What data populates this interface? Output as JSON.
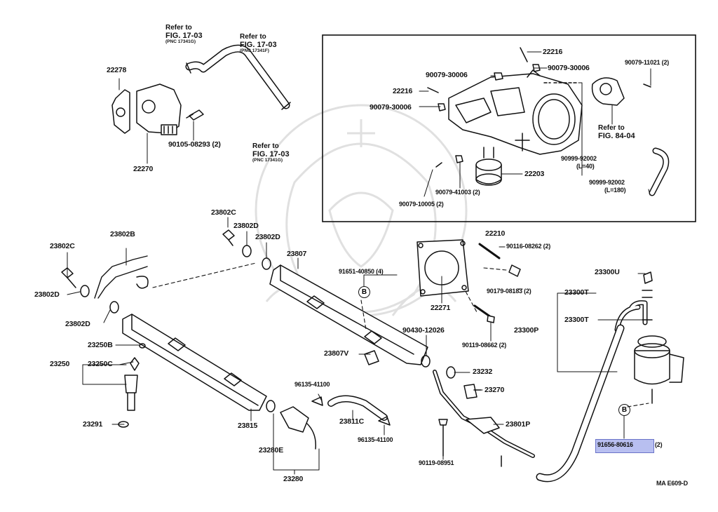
{
  "diagram": {
    "code": "MA E609-D",
    "highlighted_part": "91656-80616",
    "marker": "B",
    "refs": {
      "r1": {
        "a": "Refer to",
        "b": "FIG. 17-03",
        "c": "(PNC 17341G)"
      },
      "r2": {
        "a": "Refer to",
        "b": "FIG. 17-03",
        "c": "(PNC 17341F)"
      },
      "r3": {
        "a": "Refer to",
        "b": "FIG. 17-03",
        "c": "(PNC 17341G)"
      },
      "r4": {
        "a": "Refer to",
        "b": "FIG. 84-04"
      }
    },
    "labels": {
      "p22278": "22278",
      "p22270": "22270",
      "p90105": "90105-08293 (2)",
      "p22216a": "22216",
      "p90079_30006a": "90079-30006",
      "p90079_30006b": "90079-30006",
      "p22216b": "22216",
      "p90079_30006c": "90079-30006",
      "p90079_11021": "90079-11021 (2)",
      "p90999_92002a": "90999-92002",
      "p90999_92002a_len": "(L=40)",
      "p22203": "22203",
      "p90079_41003": "90079-41003 (2)",
      "p90079_10005": "90079-10005 (2)",
      "p90999_92002b": "90999-92002",
      "p90999_92002b_len": "(L=180)",
      "p22210": "22210",
      "p23802C_a": "23802C",
      "p23802D_a": "23802D",
      "p23802D_b": "23802D",
      "p23802B": "23802B",
      "p23802C_b": "23802C",
      "p23802D_c": "23802D",
      "p23802D_d": "23802D",
      "p23807": "23807",
      "p91651": "91651-40850 (4)",
      "p90116": "90116-08262 (2)",
      "p23300U": "23300U",
      "p23300T_a": "23300T",
      "p23300P": "23300P",
      "p23300T_b": "23300T",
      "p90179": "90179-08183 (2)",
      "p22271": "22271",
      "p90430": "90430-12026",
      "p90119_08662": "90119-08662 (2)",
      "p23250B": "23250B",
      "p23250": "23250",
      "p23250C": "23250C",
      "p23807V": "23807V",
      "p23232": "23232",
      "p96135_a": "96135-41100",
      "p23270": "23270",
      "p23291": "23291",
      "p23815": "23815",
      "p23811C": "23811C",
      "p23801P": "23801P",
      "p96135_b": "96135-41100",
      "p23280E": "23280E",
      "p23280": "23280",
      "p90119_08951": "90119-08951",
      "p91656_qty": "(2)"
    }
  }
}
